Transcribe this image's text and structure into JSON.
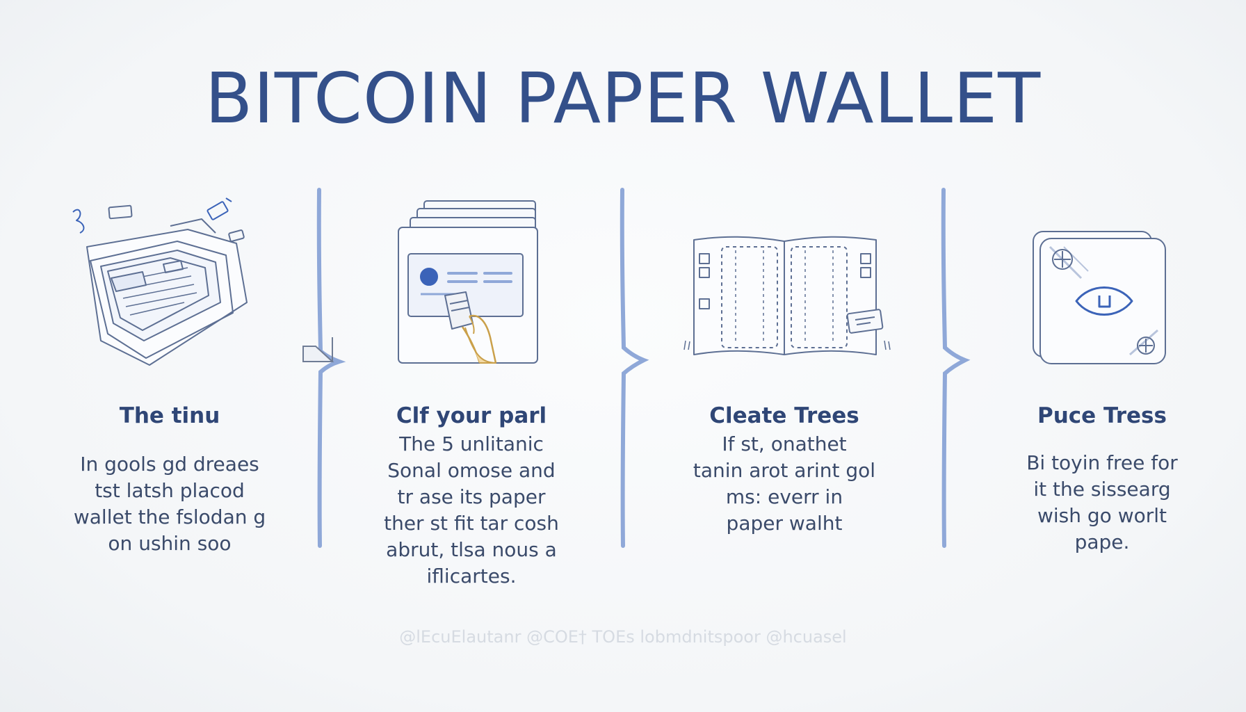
{
  "title": "BITCOIN PAPER WALLET",
  "steps": [
    {
      "title": "The tinu",
      "lines": [
        "In gools gd dreaes",
        "tst latsh placod",
        "wallet the fslodan g",
        "on ushin soo"
      ]
    },
    {
      "title": "Clf your parl",
      "lines": [
        "The 5 unlitanic",
        "Sonal omose and",
        "tr ase its paper",
        "ther st fit tar cosh",
        "abrut, tlsa nous a",
        "iflicartes."
      ]
    },
    {
      "title": "Cleate Trees",
      "lines": [
        "If st, onathet",
        "tanin arot arint gol",
        "ms: everr in",
        "paper walht"
      ]
    },
    {
      "title": "Puce Tress",
      "lines": [
        "Bi toyin free for",
        "it the sissearg",
        "wish go worlt",
        "pape."
      ]
    }
  ],
  "footer": "@lEcuElautanr @COE† TOEs lobmdnitspoor @hcuasel",
  "colors": {
    "title": "#34508a",
    "line": "#6f8cc6",
    "sketch": "#5d6f93",
    "accent": "#3b63b8"
  },
  "icons": [
    "paper-stack-icon",
    "screen-hand-icon",
    "open-wallet-icon",
    "eye-card-icon"
  ]
}
